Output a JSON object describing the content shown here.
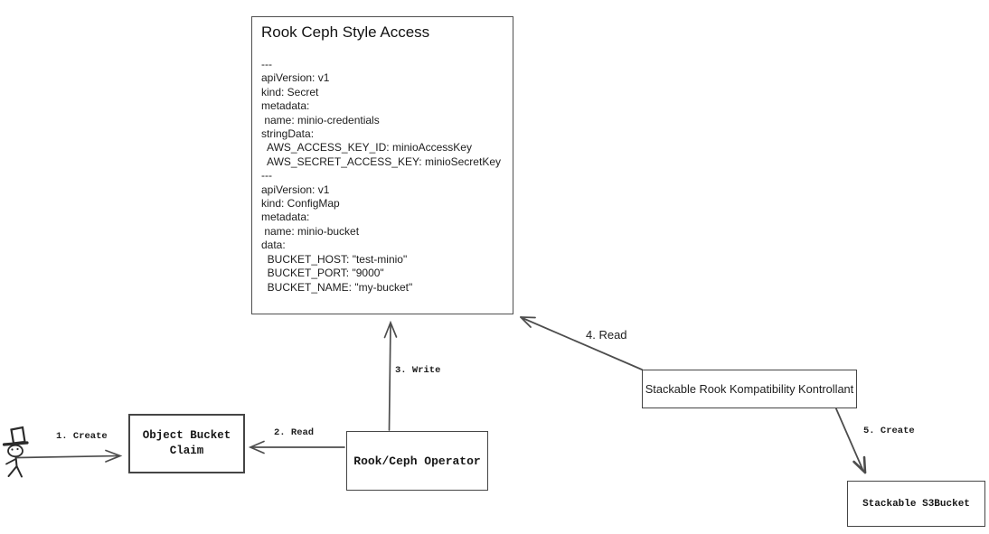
{
  "diagram": {
    "main_box": {
      "title": "Rook Ceph Style Access",
      "yaml": "---\napiVersion: v1\nkind: Secret\nmetadata:\n name: minio-credentials\nstringData:\n  AWS_ACCESS_KEY_ID: minioAccessKey\n  AWS_SECRET_ACCESS_KEY: minioSecretKey\n---\napiVersion: v1\nkind: ConfigMap\nmetadata:\n name: minio-bucket\ndata:\n  BUCKET_HOST: \"test-minio\"\n  BUCKET_PORT: \"9000\"\n  BUCKET_NAME: \"my-bucket\""
    },
    "nodes": {
      "object_bucket_claim": {
        "label": "Object Bucket\nClaim"
      },
      "rook_ceph_operator": {
        "label": "Rook/Ceph Operator"
      },
      "kontrollant": {
        "label": "Stackable Rook Kompatibility Kontrollant"
      },
      "s3_bucket": {
        "label": "Stackable S3Bucket"
      }
    },
    "edges": {
      "create_1": {
        "label": "1. Create",
        "from": "user",
        "to": "object_bucket_claim"
      },
      "read_2": {
        "label": "2. Read",
        "from": "rook_ceph_operator",
        "to": "object_bucket_claim"
      },
      "write_3": {
        "label": "3. Write",
        "from": "rook_ceph_operator",
        "to": "main_box"
      },
      "read_4": {
        "label": "4. Read",
        "from": "kontrollant",
        "to": "main_box"
      },
      "create_5": {
        "label": "5. Create",
        "from": "kontrollant",
        "to": "s3_bucket"
      }
    },
    "actor": {
      "name": "user-stick-figure"
    },
    "colors": {
      "line": "#4d4d4d",
      "border": "#4f4f4f",
      "text": "#1d1d1d",
      "background": "#ffffff"
    }
  }
}
